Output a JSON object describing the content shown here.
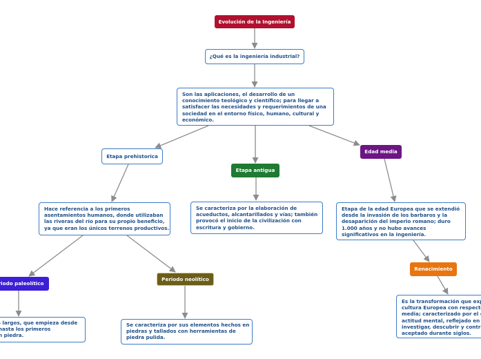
{
  "root": {
    "label": "Evolución de la Ingeniería",
    "color": "#b0112f"
  },
  "question": {
    "label": "¿Qué es la ingeniería industrial?"
  },
  "definition": {
    "lines": [
      "Son las aplicaciones, el desarrollo de un",
      "conocimiento teológico y científico; para llegar a",
      "satisfacer las necesidades y requerimientos de una",
      "sociedad en el entorno físico, humano, cultural y",
      "económico."
    ]
  },
  "prehistoric": {
    "label": "Etapa prehistorica",
    "description": {
      "lines": [
        "Hace referencia a los primeros",
        "asentamientos humanos, donde utilizaban",
        "las riveras del río para su propio beneficio,",
        "ya que eran los únicos terrenos productivos."
      ]
    },
    "paleolithic": {
      "label": "Periodo paleolítico",
      "color": "#3d1fd6",
      "description": {
        "lines": [
          "Los más largos, que empieza desde",
          "hace... hasta los primeros",
          "útiles en piedra."
        ]
      }
    },
    "neolithic": {
      "label": "Periodo neolítico",
      "color": "#6b5e1a",
      "description": {
        "lines": [
          "Se caracteriza por sus elementos hechos en",
          "piedras y tallados con herramientas de",
          "piedra pulida."
        ]
      }
    }
  },
  "ancient": {
    "label": "Etapa antigua",
    "color": "#1f7a32",
    "description": {
      "lines": [
        "Se caracteriza por la elaboración de",
        "acueductos, alcantarillados y vías; también",
        "provocó el inicio de la civilización con",
        "escritura y gobierno."
      ]
    }
  },
  "middle": {
    "label": "Edad media",
    "color": "#6d1585",
    "description": {
      "lines": [
        "Etapa de la edad Europea que se extendió",
        "desde la invasión de los barbaros y la",
        "desaparición del imperio romano; duro",
        "1.000 años y no hubo avances",
        "significativos en la ingeniería."
      ]
    },
    "renaissance": {
      "label": "Renacimiento",
      "color": "#e8750f",
      "description": {
        "lines": [
          "Es la transformación que experimentó la",
          "cultura Europea con respecto a la edad",
          "media; caracterizado por el cambio de",
          "actitud mental, reflejado en el afán de",
          "investigar, descubrir y contrastar lo",
          "aceptado durante siglos."
        ]
      }
    }
  }
}
